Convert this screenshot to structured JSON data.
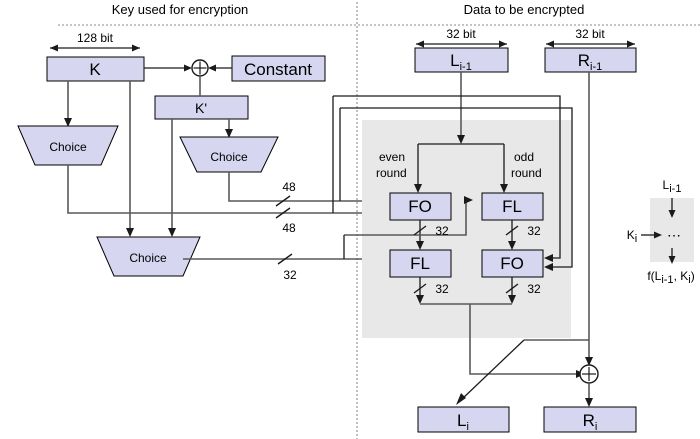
{
  "figure": {
    "title_left": "Key used for encryption",
    "title_right": "Data to be encrypted"
  },
  "key_side": {
    "width_label": "128 bit",
    "key_box": "K",
    "constant_box": "Constant",
    "kprime_box": "K'",
    "choice_left": "Choice",
    "choice_mid": "Choice",
    "choice_bottom": "Choice",
    "bus_48_a": "48",
    "bus_48_b": "48",
    "bus_32": "32"
  },
  "data_side": {
    "width_label_left": "32 bit",
    "width_label_right": "32 bit",
    "input_left": "L",
    "input_left_sub": "i-1",
    "input_right": "R",
    "input_right_sub": "i-1",
    "even_round_line1": "even",
    "even_round_line2": "round",
    "odd_round_line1": "odd",
    "odd_round_line2": "round",
    "block_fo_top": "FO",
    "block_fl_top": "FL",
    "block_fl_bottom": "FL",
    "block_fo_bottom": "FO",
    "bus_32_a": "32",
    "bus_32_b": "32",
    "bus_32_c": "32",
    "bus_32_d": "32",
    "output_left": "L",
    "output_left_sub": "i",
    "output_right": "R",
    "output_right_sub": "i"
  },
  "legend": {
    "input": "L",
    "input_sub": "i-1",
    "key": "K",
    "key_sub": "i",
    "ellipsis": "⋯",
    "output": "f(L",
    "output_sub1": "i-1",
    "output_mid": ", K",
    "output_sub2": "i",
    "output_end": ")"
  },
  "colors": {
    "box_fill": "#d6d6f0",
    "box_stroke": "#000000",
    "wire": "#595959",
    "gray_panel": "#e8e8e8",
    "divider": "#8a8a8a"
  }
}
